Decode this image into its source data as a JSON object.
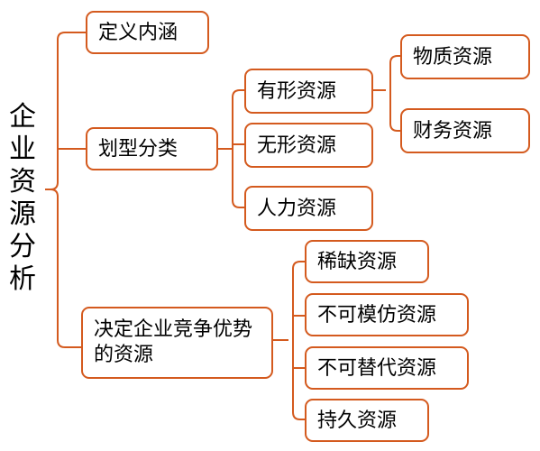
{
  "root": "企业资源分析",
  "level1": {
    "definition": "定义内涵",
    "classification": "划型分类",
    "competitive": "决定企业竞争优势的资源"
  },
  "classification_children": {
    "tangible": "有形资源",
    "intangible": "无形资源",
    "human": "人力资源"
  },
  "tangible_children": {
    "physical": "物质资源",
    "financial": "财务资源"
  },
  "competitive_children": {
    "scarce": "稀缺资源",
    "inimitable": "不可模仿资源",
    "irreplaceable": "不可替代资源",
    "durable": "持久资源"
  },
  "colors": {
    "accent": "#d45a1e"
  }
}
